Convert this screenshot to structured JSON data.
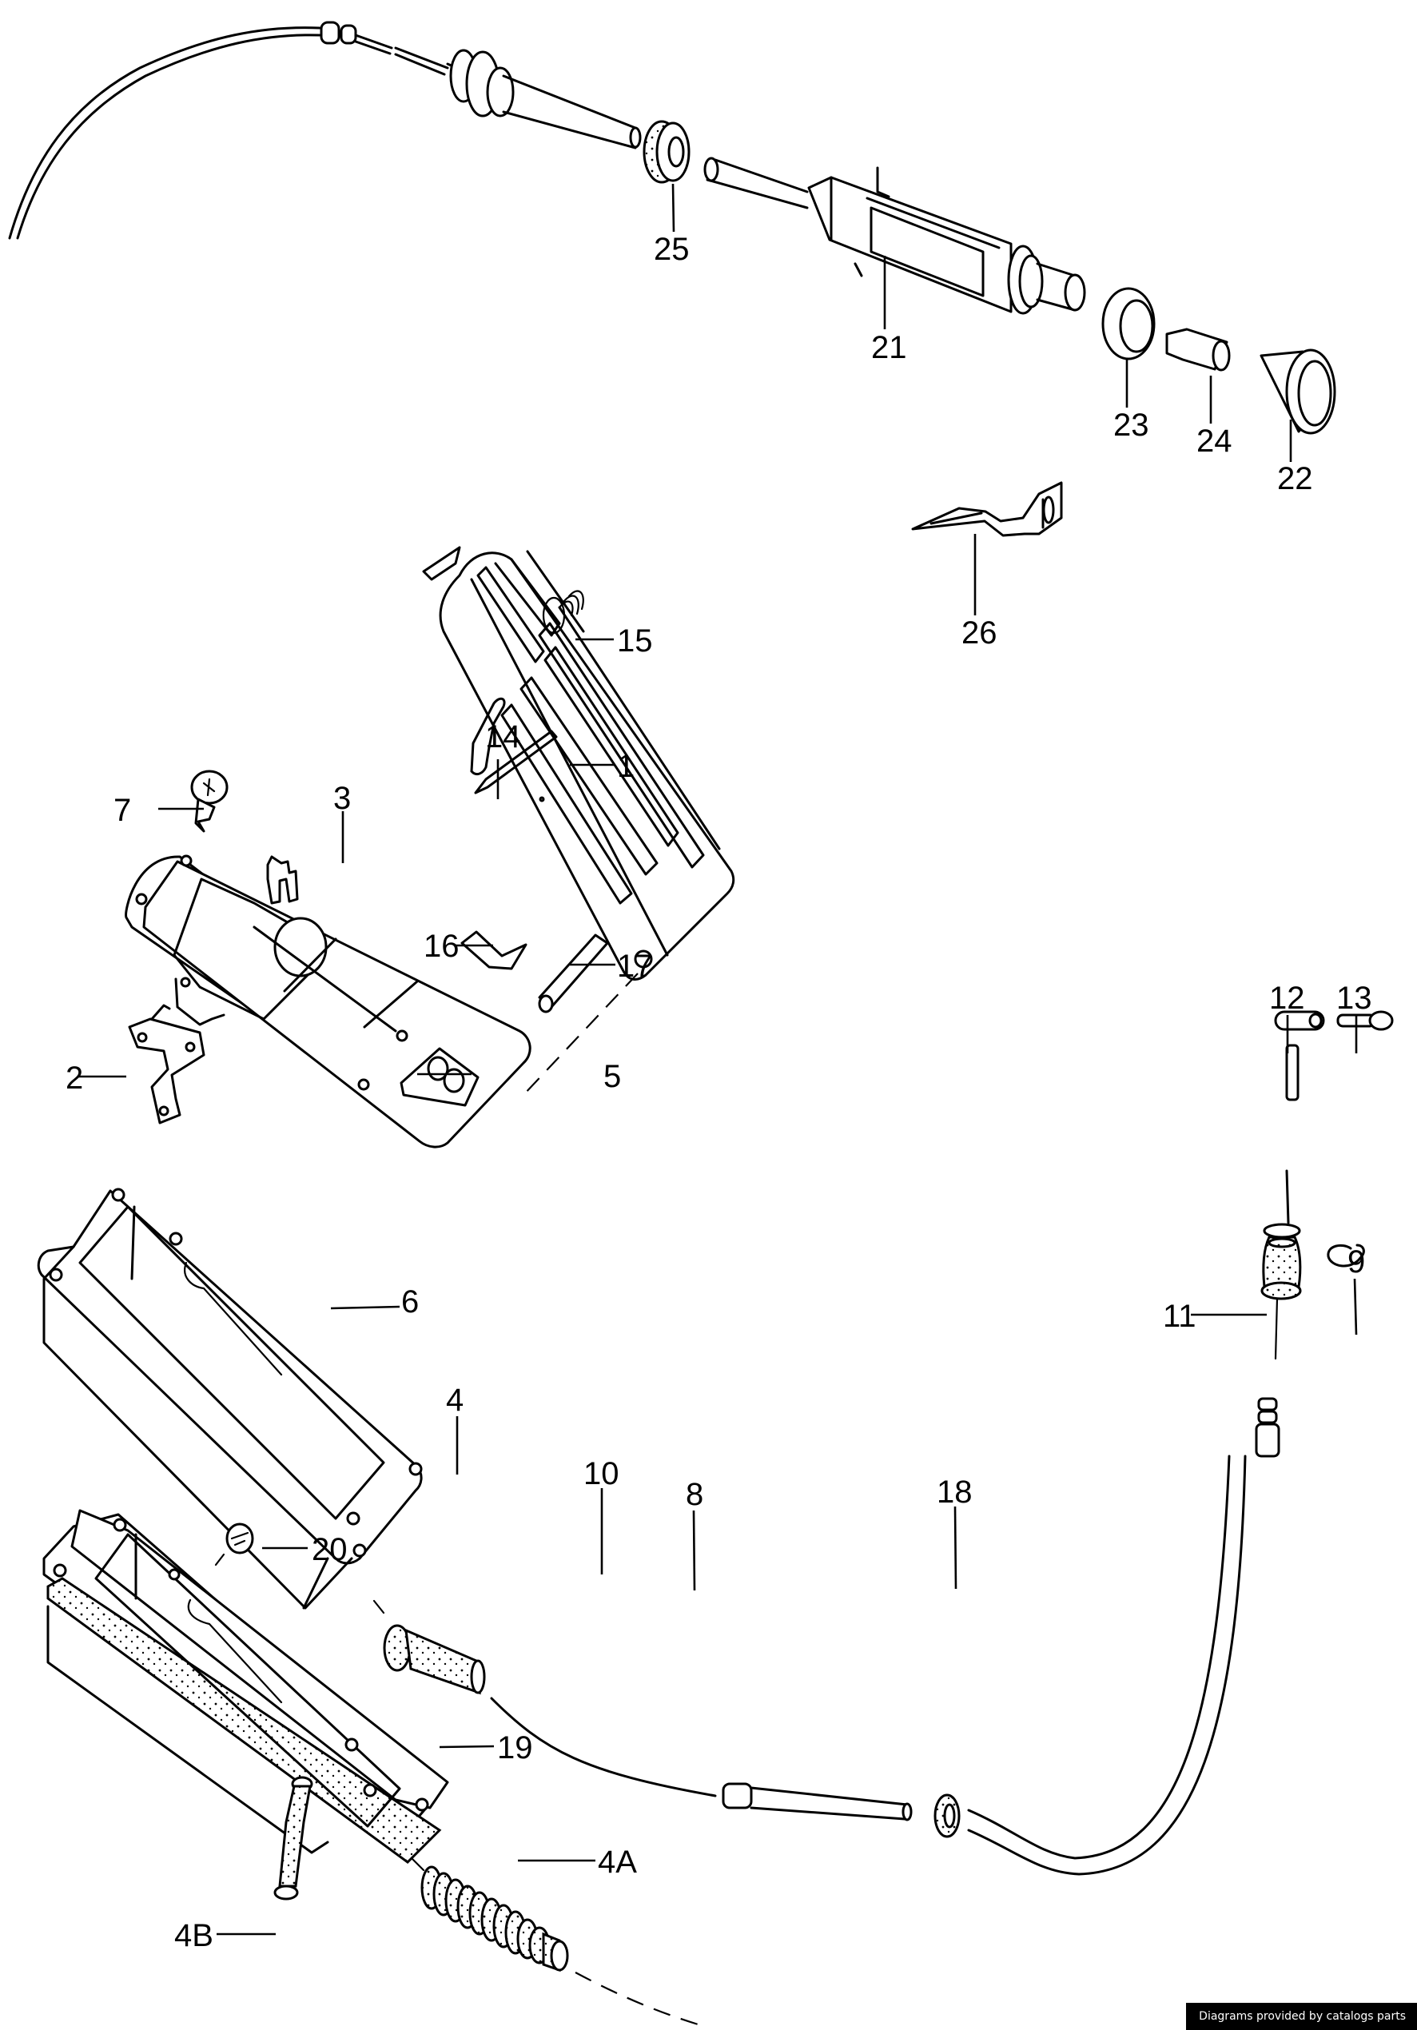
{
  "diagram": {
    "type": "exploded parts diagram",
    "subject": "Accelerator pedal and cable assembly",
    "callouts": [
      {
        "id": "1",
        "label": "1",
        "part": "accelerator pedal"
      },
      {
        "id": "2",
        "label": "2",
        "part": "pedal lever bracket"
      },
      {
        "id": "3",
        "label": "3",
        "part": "clip"
      },
      {
        "id": "4",
        "label": "4",
        "part": "boot"
      },
      {
        "id": "4A",
        "label": "4A",
        "part": "bellows boot"
      },
      {
        "id": "4B",
        "label": "4B",
        "part": "sleeve"
      },
      {
        "id": "5",
        "label": "5",
        "part": "pedal base plate"
      },
      {
        "id": "6",
        "label": "6",
        "part": "pedal housing"
      },
      {
        "id": "7",
        "label": "7",
        "part": "screw"
      },
      {
        "id": "8",
        "label": "8",
        "part": "cable guide tube"
      },
      {
        "id": "9",
        "label": "9",
        "part": "retaining clip"
      },
      {
        "id": "10",
        "label": "10",
        "part": "accelerator cable"
      },
      {
        "id": "11",
        "label": "11",
        "part": "rubber grommet"
      },
      {
        "id": "12",
        "label": "12",
        "part": "cable clamp barrel"
      },
      {
        "id": "13",
        "label": "13",
        "part": "clamp screw"
      },
      {
        "id": "14",
        "label": "14",
        "part": "spring clip"
      },
      {
        "id": "15",
        "label": "15",
        "part": "spring"
      },
      {
        "id": "16",
        "label": "16",
        "part": "retainer plate"
      },
      {
        "id": "17",
        "label": "17",
        "part": "pivot pin"
      },
      {
        "id": "18",
        "label": "18",
        "part": "grommet"
      },
      {
        "id": "19",
        "label": "19",
        "part": "gasket"
      },
      {
        "id": "20",
        "label": "20",
        "part": "plug"
      },
      {
        "id": "21",
        "label": "21",
        "part": "hand throttle housing"
      },
      {
        "id": "22",
        "label": "22",
        "part": "knob"
      },
      {
        "id": "23",
        "label": "23",
        "part": "nut"
      },
      {
        "id": "24",
        "label": "24",
        "part": "pin"
      },
      {
        "id": "25",
        "label": "25",
        "part": "grommet"
      },
      {
        "id": "26",
        "label": "26",
        "part": "mounting bracket"
      }
    ]
  },
  "footer": {
    "credit": "Diagrams provided by catalogs parts"
  }
}
